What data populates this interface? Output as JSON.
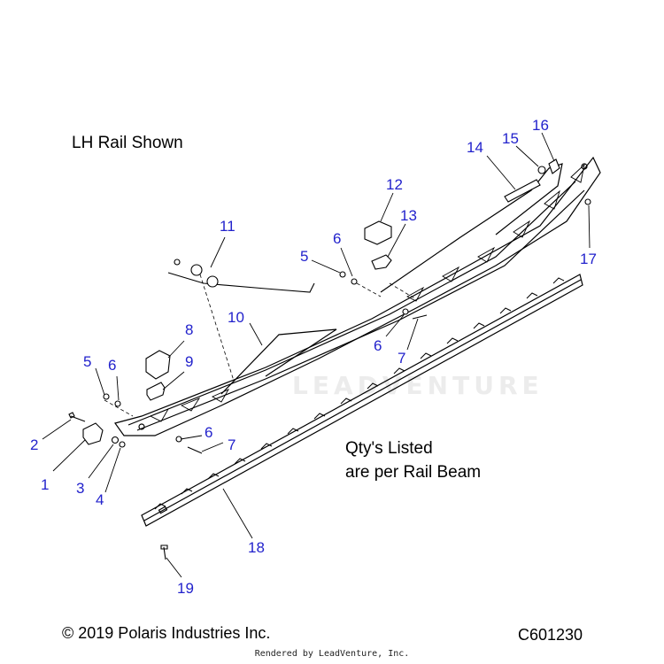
{
  "notes": {
    "rail_shown": "LH Rail Shown",
    "qty_line1": "Qty's Listed",
    "qty_line2": "are per Rail Beam"
  },
  "callouts": [
    "1",
    "2",
    "3",
    "4",
    "5",
    "6",
    "6",
    "6",
    "7",
    "7",
    "8",
    "9",
    "10",
    "11",
    "12",
    "13",
    "5",
    "14",
    "15",
    "16",
    "17",
    "18",
    "19"
  ],
  "footer": {
    "copyright": "© 2019 Polaris Industries Inc.",
    "diagram_code": "C601230",
    "rendered_by": "Rendered by LeadVenture, Inc."
  },
  "watermark": "LEADVENTURE",
  "colors": {
    "callout": "#2222cc",
    "line": "#000000"
  }
}
